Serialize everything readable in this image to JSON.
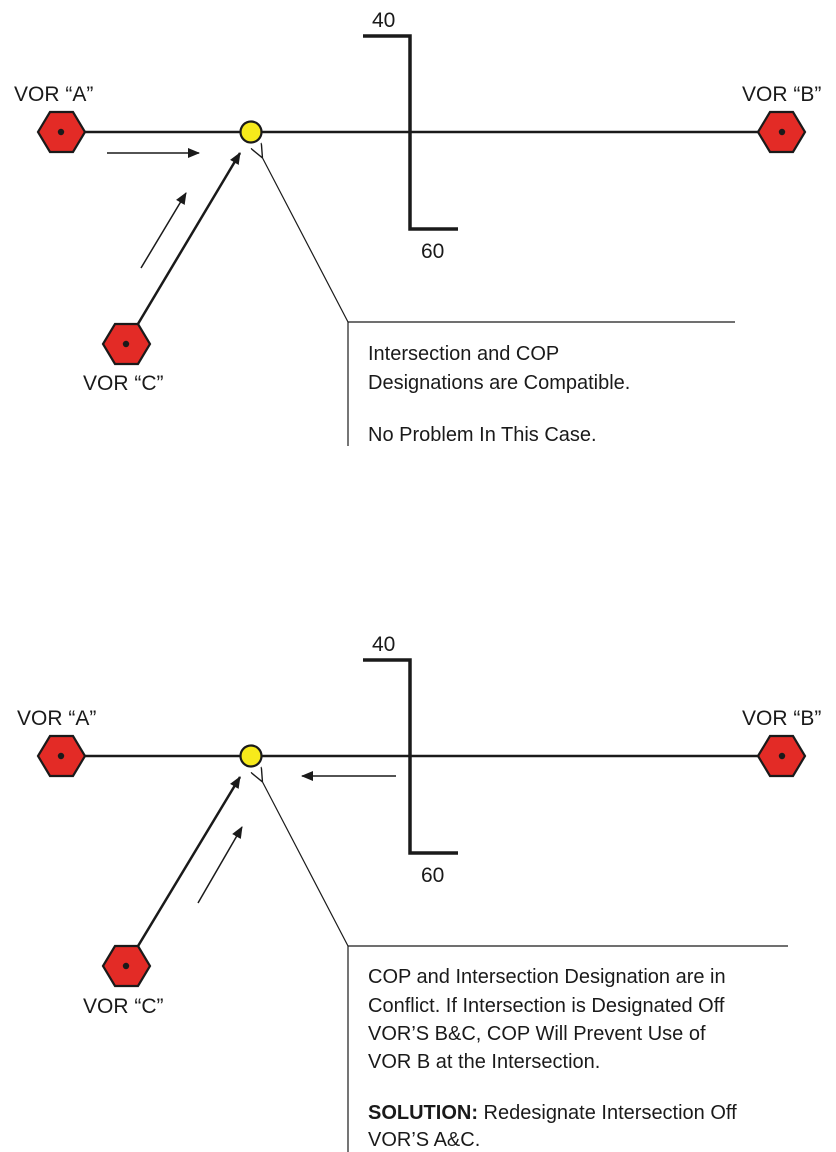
{
  "colors": {
    "line": "#1a1a1a",
    "vor_fill": "#e32b26",
    "intersection_fill": "#f7ea1b"
  },
  "panels": [
    {
      "vor_a": "VOR “A”",
      "vor_b": "VOR “B”",
      "vor_c": "VOR “C”",
      "alt_top": "40",
      "alt_bottom": "60",
      "note_lines": [
        "Intersection and COP",
        "Designations are Compatible.",
        "",
        "No Problem In This Case."
      ]
    },
    {
      "vor_a": "VOR “A”",
      "vor_b": "VOR “B”",
      "vor_c": "VOR “C”",
      "alt_top": "40",
      "alt_bottom": "60",
      "note_lines": [
        "COP and Intersection Designation are in",
        "Conflict. If Intersection is Designated Off",
        "VOR’S B&C, COP Will Prevent Use of",
        "VOR B at the Intersection.",
        ""
      ],
      "solution_label": "SOLUTION:",
      "solution_text": " Redesignate Intersection Off",
      "solution_line2": "VOR’S A&C."
    }
  ]
}
